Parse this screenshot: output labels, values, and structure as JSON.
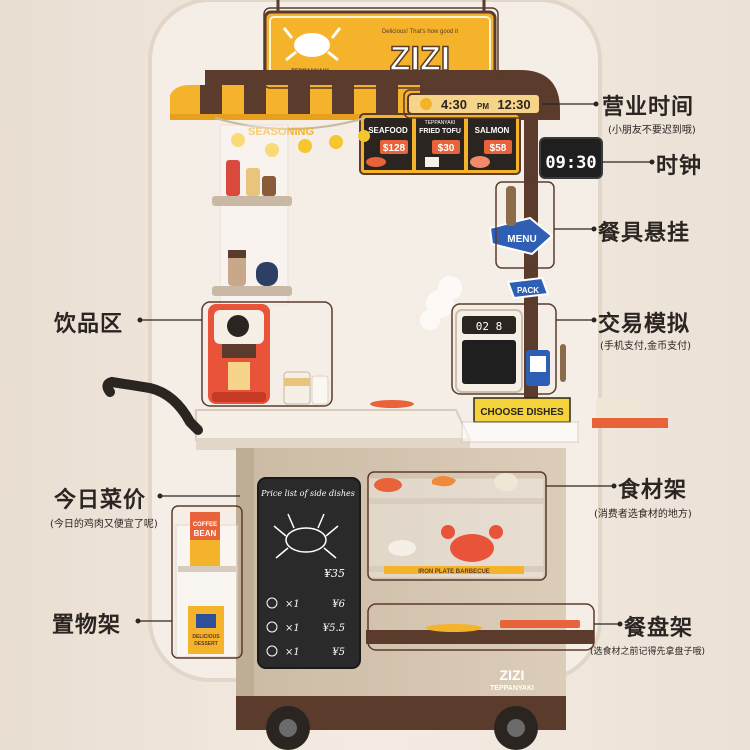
{
  "sign": {
    "brand": "ZIZI",
    "tagline": "Delicious! That's how good it",
    "sub": "TEPPANYAKI"
  },
  "clock_board": {
    "open": "4:30",
    "pm": "PM",
    "close": "12:30"
  },
  "menu_board": [
    {
      "title": "SEAFOOD",
      "price": "$128"
    },
    {
      "title": "FRIED TOFU",
      "price": "$30"
    },
    {
      "title": "SALMON",
      "price": "$58"
    }
  ],
  "menu_tag_label": "TEPPANYAKI",
  "timer_display": "09:30",
  "hang_sign": "MENU",
  "pack_sign": "PACK",
  "register_display": "02 8",
  "seasoning_banner": "SEASONING",
  "choose_dishes": "CHOOSE DISHES",
  "iron_plate": "IRON PLATE BARBECUE",
  "chalkboard": {
    "title": "Price list of side dishes",
    "main_price": "¥35",
    "rows": [
      {
        "qty": "×1",
        "price": "¥6"
      },
      {
        "qty": "×1",
        "price": "¥5.5"
      },
      {
        "qty": "×1",
        "price": "¥5"
      }
    ]
  },
  "cart_brand": {
    "name": "ZIZI",
    "sub": "TEPPANYAKI"
  },
  "coffee_box": {
    "line1": "COFFEE",
    "line2": "BEAN"
  },
  "dessert_box": {
    "line1": "DELICIOUS",
    "line2": "DESSERT"
  },
  "callouts": {
    "hours": {
      "title": "营业时间",
      "sub": "(小朋友不要迟到哦)"
    },
    "clock": {
      "title": "时钟"
    },
    "utensils": {
      "title": "餐具悬挂"
    },
    "trade": {
      "title": "交易模拟",
      "sub": "(手机支付,金币支付)"
    },
    "drinks": {
      "title": "饮品区"
    },
    "menu": {
      "title": "今日菜价",
      "sub": "(今日的鸡肉又便宜了呢)"
    },
    "ingredients": {
      "title": "食材架",
      "sub": "(消费者选食材的地方)"
    },
    "storage": {
      "title": "置物架"
    },
    "trays": {
      "title": "餐盘架",
      "sub": "(选食材之前记得先拿盘子哦)"
    }
  },
  "colors": {
    "brown": "#5a3b2c",
    "yellow": "#f4b32a",
    "orange": "#e8623a",
    "cream": "#f6efe6",
    "chalk": "#2a2a2a"
  }
}
